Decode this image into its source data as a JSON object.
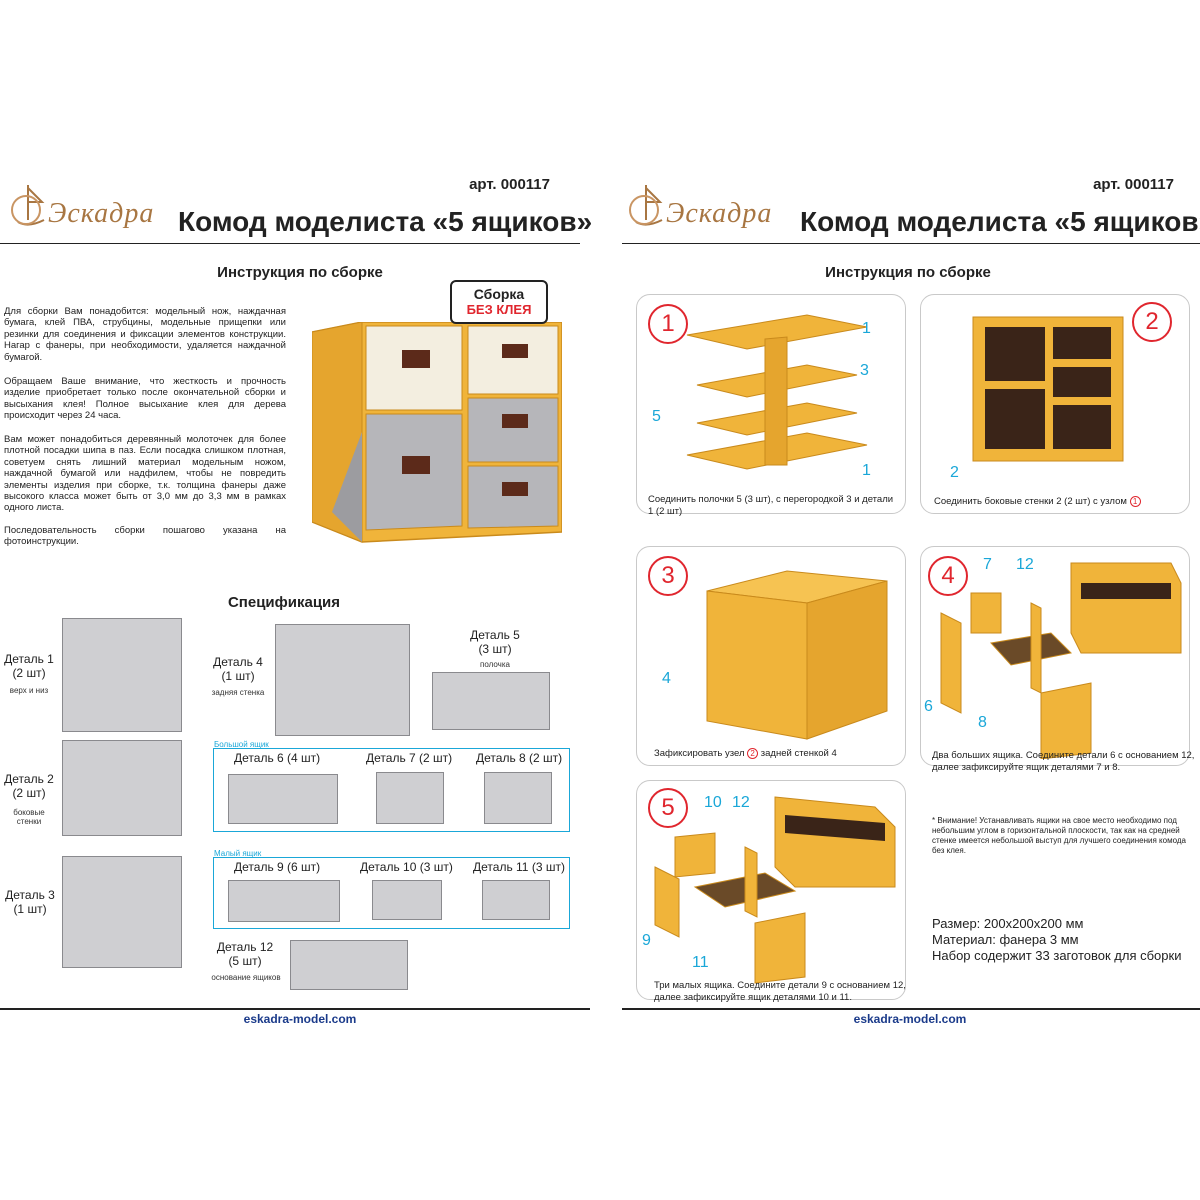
{
  "colors": {
    "wood": "#f0b43a",
    "wood_dark": "#c98a1c",
    "part_gray": "#cfcfd2",
    "accent_blue": "#1aa7d8",
    "accent_red": "#e0262e",
    "footer_blue": "#1a3a8a"
  },
  "brand": {
    "logo_text": "Эскадра"
  },
  "article": "арт. 000117",
  "title": "Комод моделиста «5 ящиков»",
  "instruction_title": "Инструкция по сборке",
  "badge": {
    "line1": "Сборка",
    "line2": "БЕЗ КЛЕЯ"
  },
  "intro": {
    "p1": "Для сборки Вам понадобится: модельный нож, наждачная бумага, клей ПВА, струбцины, модельные прищепки или резинки для соединения и фиксации элементов конструкции. Нагар с фанеры, при необходимости, удаляется наждачной бумагой.",
    "p2": "Обращаем Ваше внимание, что жесткость и прочность изделие приобретает только после окончательной сборки и высыхания клея! Полное высыхание клея для дерева происходит через 24 часа.",
    "p3": "Вам может понадобиться деревянный молоточек для более плотной посадки шипа в паз. Если посадка слишком плотная, советуем снять лишний материал модельным ножом, наждачной бумагой или надфилем, чтобы не повредить элементы изделия при сборке, т.к. толщина фанеры даже высокого класса может быть от 3,0 мм до 3,3 мм в рамках одного листа.",
    "p4": "Последовательность сборки пошагово указана на фотоинструкции."
  },
  "spec": {
    "title": "Спецификация",
    "d1": {
      "name": "Деталь 1",
      "qty": "(2 шт)",
      "note": "верх и низ"
    },
    "d2": {
      "name": "Деталь 2",
      "qty": "(2 шт)",
      "note": "боковые стенки"
    },
    "d3": {
      "name": "Деталь 3",
      "qty": "(1 шт)"
    },
    "d4": {
      "name": "Деталь 4",
      "qty": "(1 шт)",
      "note": "задняя стенка"
    },
    "d5": {
      "name": "Деталь 5",
      "qty": "(3 шт)",
      "note": "полочка"
    },
    "big_box": "Большой ящик",
    "d6": "Деталь 6 (4 шт)",
    "d7": "Деталь 7 (2 шт)",
    "d8": "Деталь 8 (2 шт)",
    "small_box": "Малый ящик",
    "d9": "Деталь 9 (6 шт)",
    "d10": "Деталь 10 (3 шт)",
    "d11": "Деталь 11 (3 шт)",
    "d12": {
      "name": "Деталь 12",
      "qty": "(5 шт)",
      "note": "основание ящиков"
    }
  },
  "steps": {
    "s1": {
      "num": "1",
      "caption": "Соединить полочки 5 (3 шт), с перегородкой 3 и детали 1 (2 шт)",
      "labels": [
        "1",
        "3",
        "5",
        "1"
      ]
    },
    "s2": {
      "num": "2",
      "caption": "Соединить боковые стенки 2 (2 шт) с узлом",
      "ref": "1",
      "labels": [
        "2"
      ]
    },
    "s3": {
      "num": "3",
      "caption_a": "Зафиксировать узел",
      "ref": "2",
      "caption_b": "задней стенкой 4",
      "labels": [
        "4"
      ]
    },
    "s4": {
      "num": "4",
      "caption": "Два больших ящика. Соедините детали 6 с основанием 12, далее зафиксируйте ящик деталями 7 и 8.",
      "labels": [
        "7",
        "12",
        "6",
        "8"
      ]
    },
    "s5": {
      "num": "5",
      "caption": "Три малых ящика. Соедините детали 9 с основанием 12, далее зафиксируйте ящик деталями 10 и 11.",
      "labels": [
        "10",
        "12",
        "9",
        "11"
      ]
    }
  },
  "note": "* Внимание! Устанавливать ящики на свое место необходимо под небольшим углом в горизонтальной плоскости, так как на средней стенке имеется небольшой выступ для лучшего соединения комода без клея.",
  "specs": {
    "size": "Размер: 200х200х200 мм",
    "material": "Материал: фанера 3 мм",
    "set": "Набор содержит 33 заготовок для сборки"
  },
  "footer": "eskadra-model.com"
}
